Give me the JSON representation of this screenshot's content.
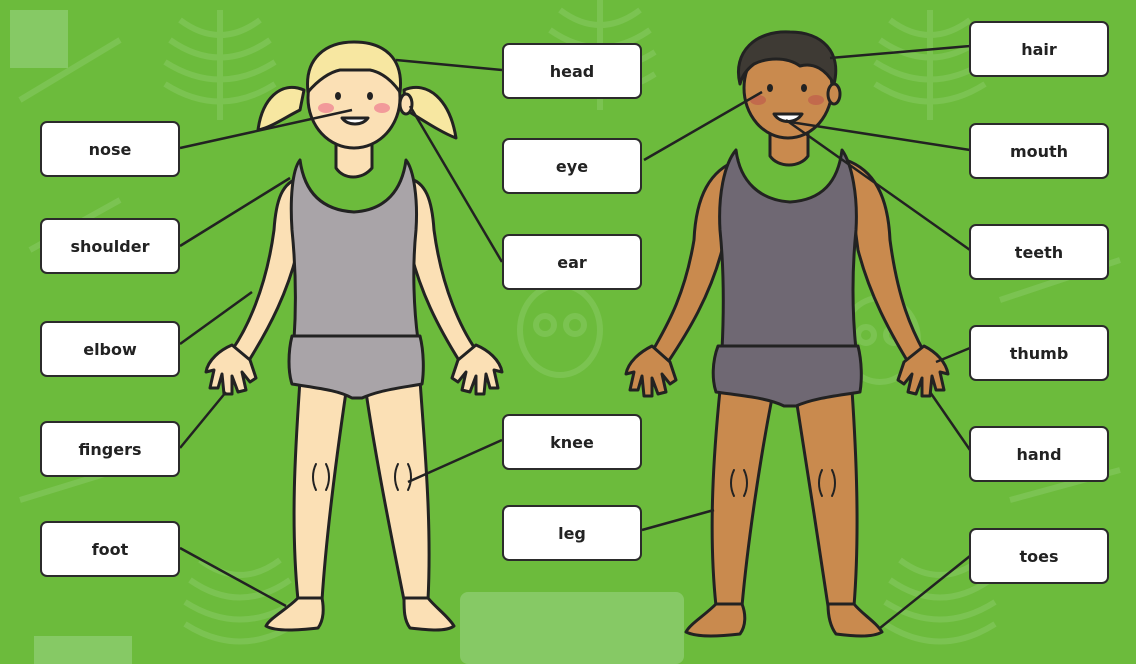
{
  "diagram": {
    "labels": {
      "head": "head",
      "nose": "nose",
      "eye": "eye",
      "shoulder": "shoulder",
      "ear": "ear",
      "elbow": "elbow",
      "fingers": "fingers",
      "knee": "knee",
      "leg": "leg",
      "foot": "foot",
      "hair": "hair",
      "mouth": "mouth",
      "teeth": "teeth",
      "thumb": "thumb",
      "hand": "hand",
      "toes": "toes"
    },
    "colors": {
      "background": "#6cbb3c",
      "girl_skin": "#fbe0b5",
      "girl_hair": "#f7e7a1",
      "boy_skin": "#c98a4e",
      "boy_hair": "#3e3a34",
      "girl_clothes": "#a9a4a8",
      "boy_clothes": "#6f6873",
      "outline": "#222222"
    }
  }
}
